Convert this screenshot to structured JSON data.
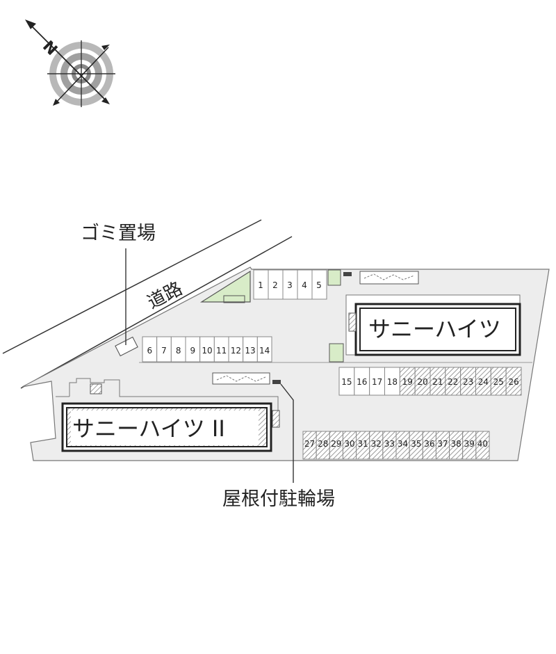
{
  "compass": {
    "north_label": "N"
  },
  "labels": {
    "road": "道路",
    "garbage": "ゴミ置場",
    "bicycle_parking": "屋根付駐輪場"
  },
  "buildings": {
    "main": "サニーハイツ",
    "second": "サニーハイツ II"
  },
  "parking": {
    "row_a": [
      "1",
      "2",
      "3",
      "4",
      "5"
    ],
    "row_b": [
      "6",
      "7",
      "8",
      "9",
      "10",
      "11",
      "12",
      "13",
      "14"
    ],
    "row_c": [
      "15",
      "16",
      "17",
      "18",
      "19",
      "20",
      "21",
      "22",
      "23",
      "24",
      "25",
      "26"
    ],
    "row_d": [
      "27",
      "28",
      "29",
      "30",
      "31",
      "32",
      "33",
      "34",
      "35",
      "36",
      "37",
      "38",
      "39",
      "40"
    ]
  }
}
